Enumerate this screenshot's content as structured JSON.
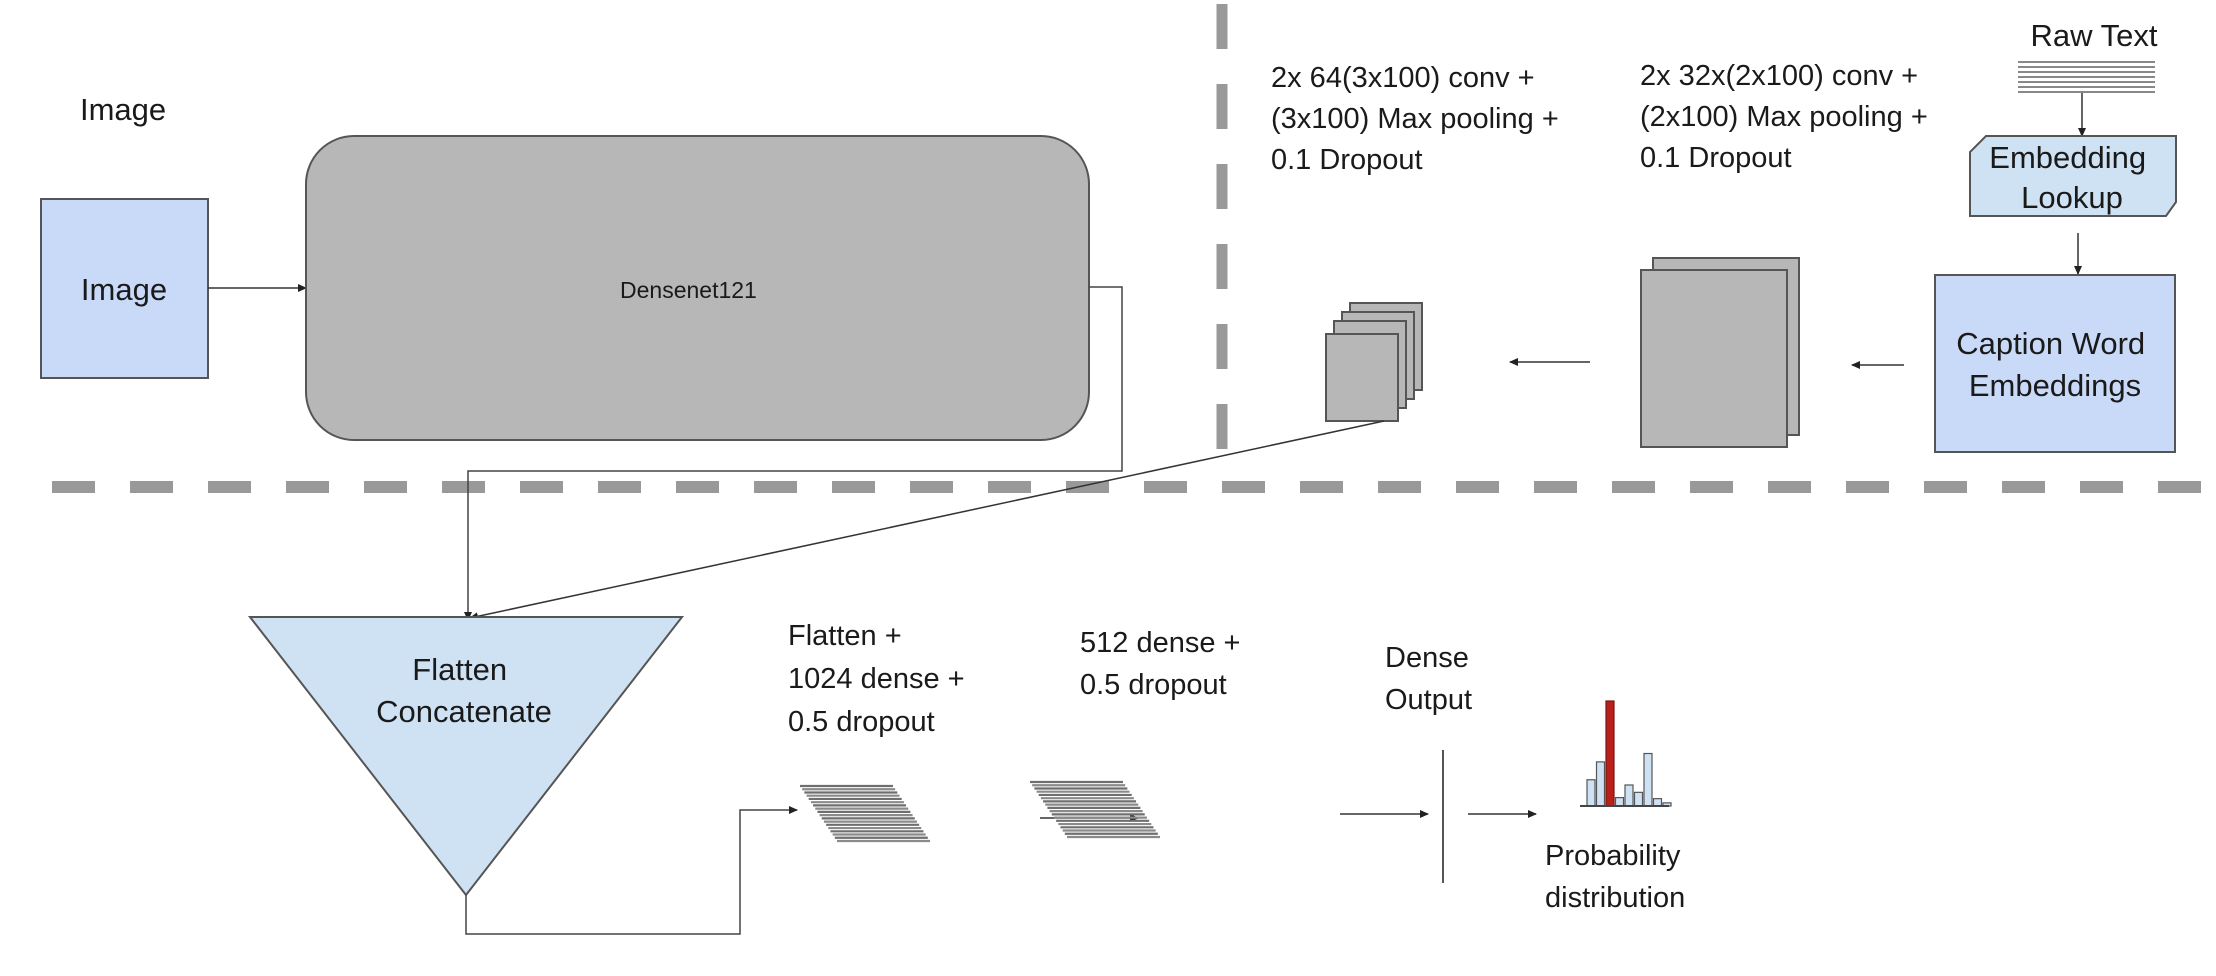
{
  "image_section": {
    "heading": "Image",
    "input_box_label": "Image",
    "backbone_label": "Densenet121"
  },
  "text_section": {
    "raw_text_label": "Raw Text",
    "embedding_lookup_label": [
      "Embedding",
      "Lookup"
    ],
    "caption_embeddings_label": [
      "Caption Word",
      "Embeddings"
    ],
    "conv_block_2_label": [
      "2x 32x(2x100) conv +",
      "(2x100) Max pooling +",
      "0.1 Dropout"
    ],
    "conv_block_1_label": [
      "2x 64(3x100) conv +",
      "(3x100) Max pooling +",
      "0.1 Dropout"
    ]
  },
  "fusion_section": {
    "concat_label": [
      "Flatten",
      "Concatenate"
    ],
    "dense1_label": [
      "Flatten +",
      "1024 dense +",
      "0.5 dropout"
    ],
    "dense2_label": [
      "512 dense +",
      "0.5 dropout"
    ],
    "output_label": [
      "Dense",
      "Output"
    ],
    "prob_label": [
      "Probability",
      "distribution"
    ]
  },
  "probability_histogram": {
    "values": [
      0.25,
      0.42,
      1.0,
      0.08,
      0.2,
      0.13,
      0.5,
      0.07,
      0.03
    ],
    "highlight_index": 2
  },
  "colors": {
    "input_blue": "#c9daf8",
    "light_blue": "#cfe2f3",
    "gray_block": "#b7b7b7",
    "divider": "#999999",
    "highlight_red": "#b7211a"
  }
}
